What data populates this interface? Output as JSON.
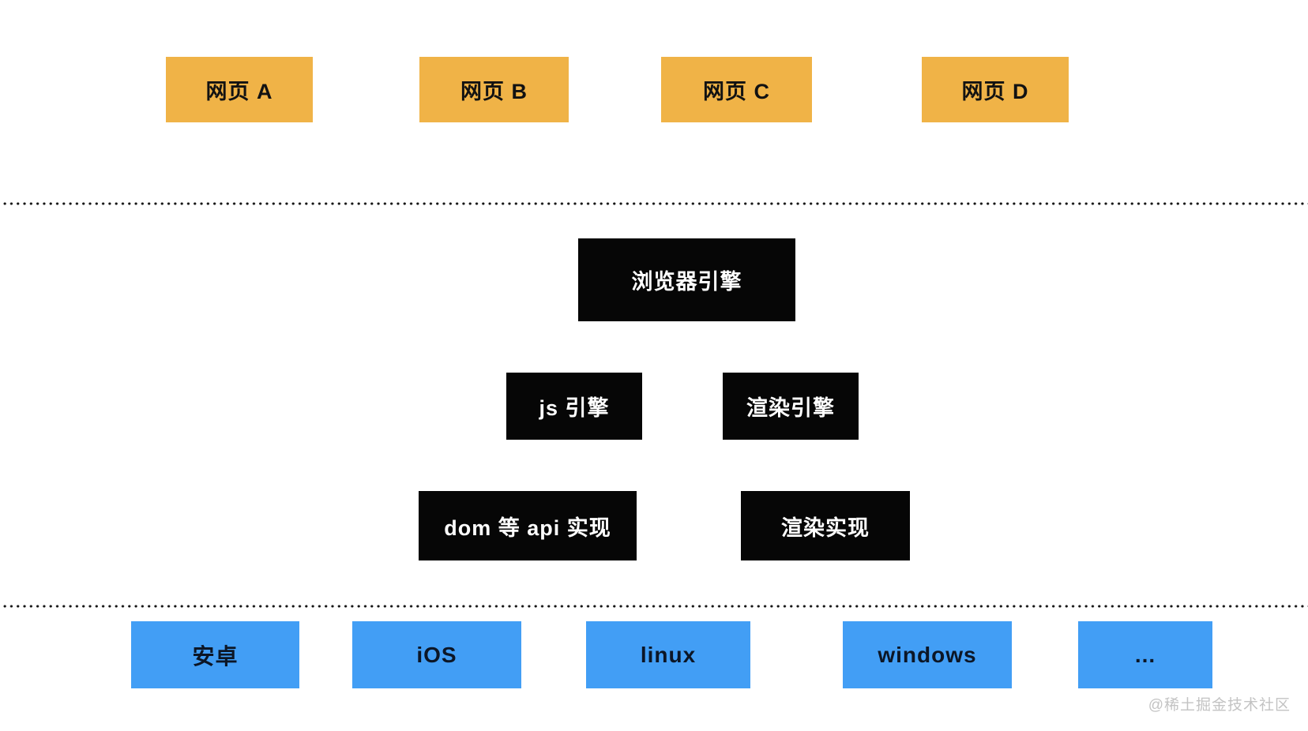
{
  "diagram_title": "browser-architecture-layers",
  "colors": {
    "webpage_box_fill": "#f0b347",
    "webpage_box_text": "#121212",
    "engine_box_fill": "#060606",
    "engine_box_text": "#ffffff",
    "platform_box_fill": "#429ef5",
    "platform_box_text": "#0c1626",
    "divider_dot": "#141414",
    "watermark_text": "#c3c3c3",
    "background": "#ffffff"
  },
  "webpages": [
    {
      "label": "网页 A"
    },
    {
      "label": "网页 B"
    },
    {
      "label": "网页 C"
    },
    {
      "label": "网页 D"
    }
  ],
  "engine": {
    "browser_engine": "浏览器引擎",
    "js_engine": "js 引擎",
    "render_engine": "渲染引擎",
    "dom_api_impl": "dom 等 api 实现",
    "render_impl": "渲染实现"
  },
  "platforms": [
    {
      "label": "安卓"
    },
    {
      "label": "iOS"
    },
    {
      "label": "linux"
    },
    {
      "label": "windows"
    },
    {
      "label": "..."
    }
  ],
  "watermark": "@稀土掘金技术社区"
}
